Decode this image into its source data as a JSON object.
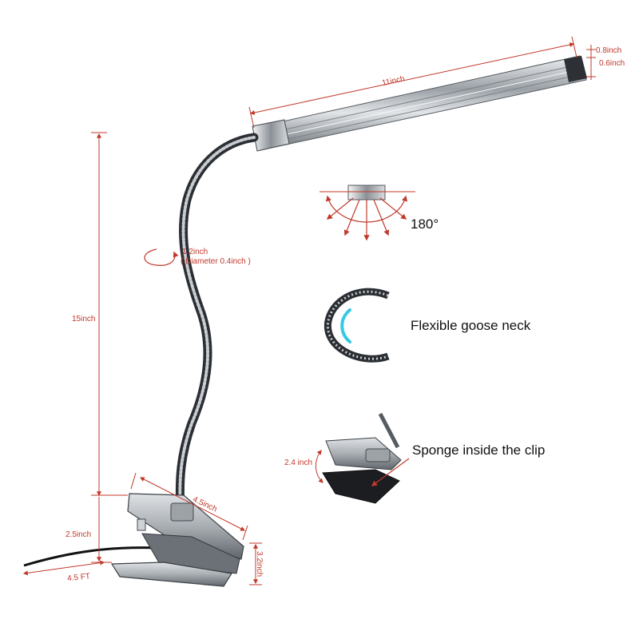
{
  "dimensions": {
    "bar_length": "11inch",
    "bar_width": "0.8inch",
    "bar_height": "0.6inch",
    "total_height": "15inch",
    "neck_size": "1.2inch",
    "neck_diameter": "( Diameter 0.4inch )",
    "clip_height": "2.5inch",
    "clip_length": "4.5inch",
    "clip_opening": "3.2inch",
    "cable_length": "4.5 FT",
    "sponge_clip_opening": "2.4 inch"
  },
  "features": {
    "beam_angle": "180°",
    "goose_neck": "Flexible goose neck",
    "sponge": "Sponge inside the clip"
  },
  "colors": {
    "dimension_red": "#c0392b",
    "metal_dark": "#2f3337",
    "metal_light": "#c9cdd1",
    "highlight_cyan": "#35c9e6"
  }
}
